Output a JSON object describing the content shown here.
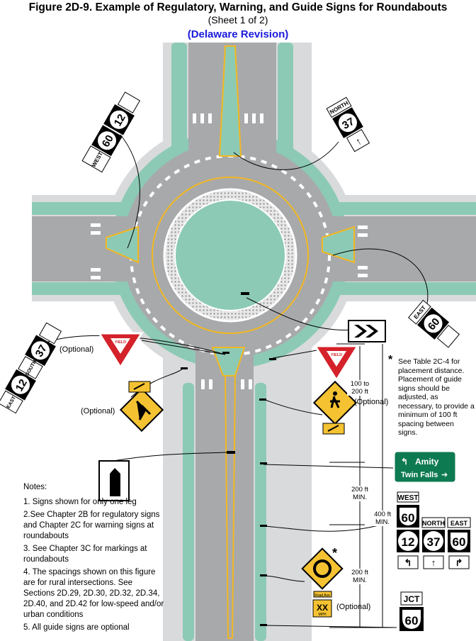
{
  "header": {
    "title": "Figure 2D-9.  Example of Regulatory, Warning, and Guide Signs for Roundabouts",
    "sheet": "(Sheet 1 of 2)",
    "revision": "(Delaware Revision)"
  },
  "labels": {
    "optional": "(Optional)",
    "dim_100_200": "100 to 200 ft",
    "dim_200_min": "200 ft MIN.",
    "dim_400_min": "400 ft MIN."
  },
  "star_note": {
    "star": "*",
    "text": "See Table 2C-4 for placement distance. Placement of guide signs should be adjusted, as necessary, to provide a minimum of 100 ft spacing between signs."
  },
  "notes": {
    "heading": "Notes:",
    "items": [
      "1. Signs shown for only one leg",
      "2.See Chapter 2B for regulatory signs and Chapter 2C for warning signs at roundabouts",
      "3. See Chapter 3C for markings at roundabouts",
      "4. The spacings shown on this figure are for rural intersections. See Sections 2D.29, 2D.30, 2D.32, 2D.34, 2D.40, and 2D.42 for low-speed and/or urban conditions",
      "5. All guide signs are optional"
    ]
  },
  "signs": {
    "yield": "YIELD",
    "guide_line1": "Amity",
    "guide_line2": "Twin Falls",
    "west": "WEST",
    "north": "NORTH",
    "east": "EAST",
    "south": "SOUTH",
    "jct": "JCT",
    "route_60": "60",
    "route_12": "12",
    "route_37": "37",
    "speed": "XX",
    "mph": "MPH",
    "plaque": "Road Ave"
  },
  "colors": {
    "asphalt": "#a8a9ab",
    "island": "#8ccab5",
    "sidewalk": "#d9dadb",
    "yellow": "#f2b821",
    "sign_green": "#0e7a52",
    "title_blue": "#1a1adb"
  }
}
